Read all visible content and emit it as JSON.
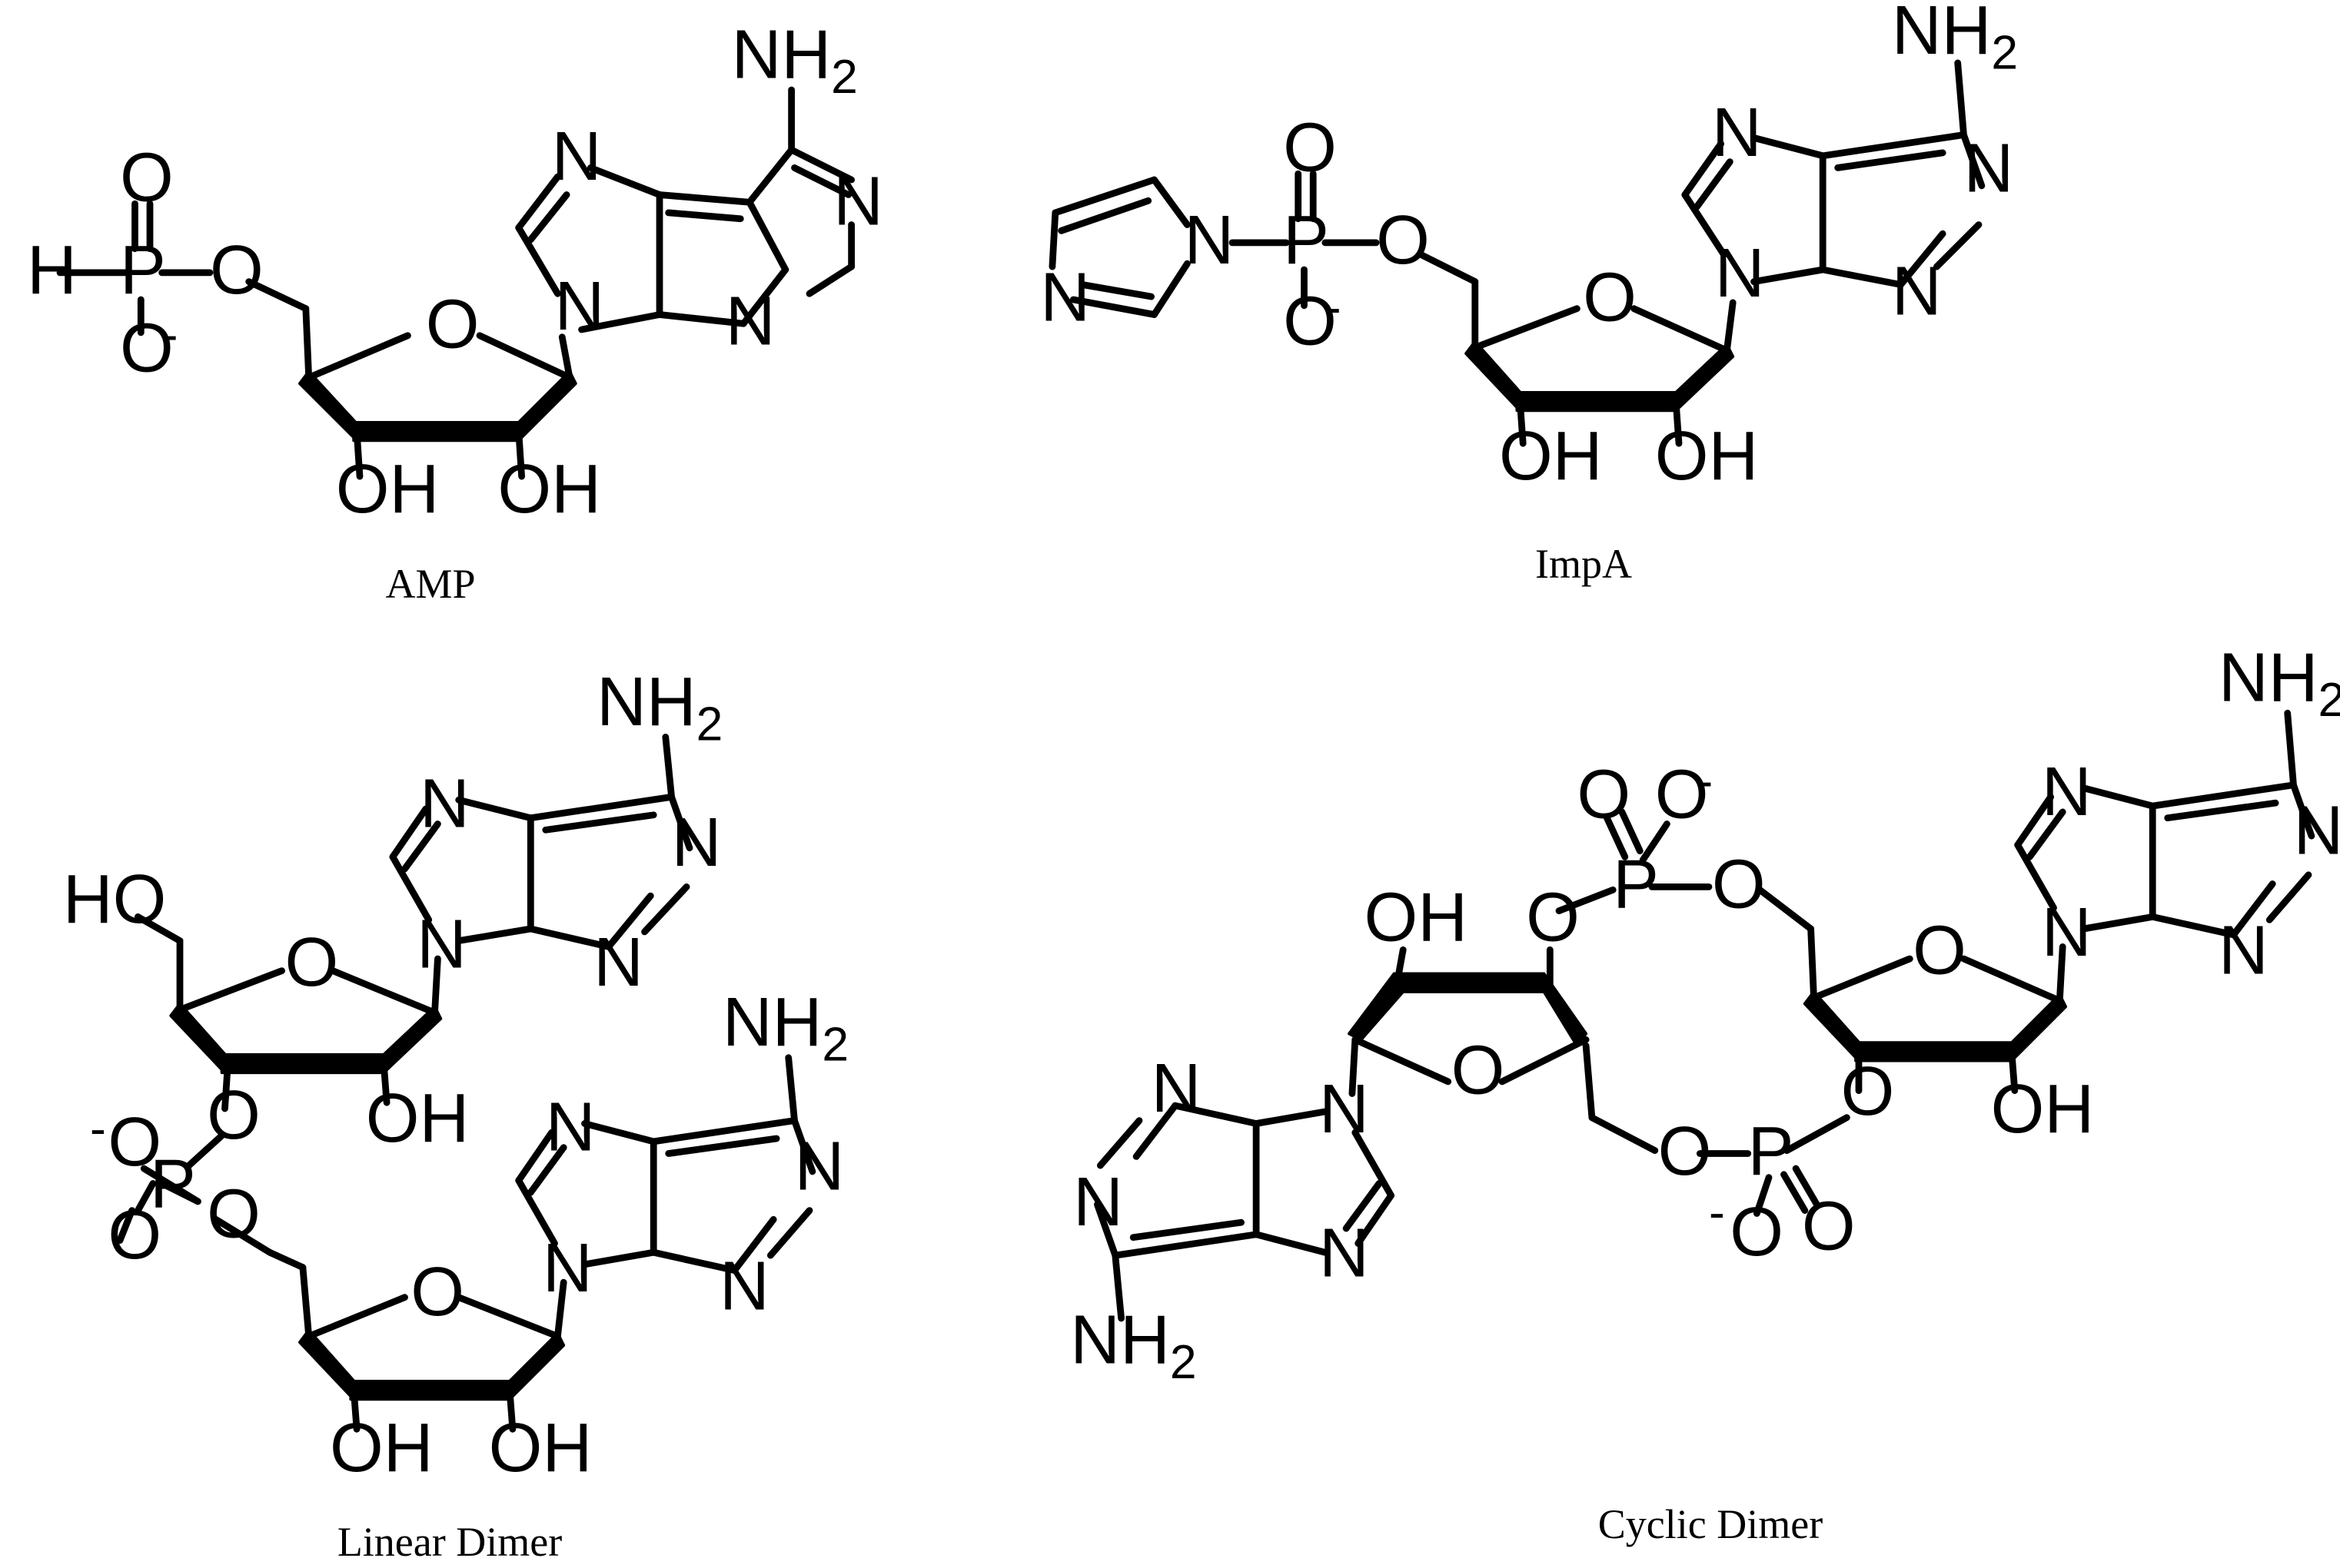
{
  "captions": {
    "amp": "AMP",
    "impa": "ImpA",
    "linear": "Linear Dimer",
    "cyclic": "Cyclic Dimer"
  },
  "atoms": {
    "N": "N",
    "O": "O",
    "P": "P",
    "H": "H",
    "OH": "OH",
    "HO": "HO",
    "NH": "NH",
    "sub2": "2",
    "minus": "-"
  },
  "molecules": [
    {
      "id": "amp",
      "name": "AMP",
      "phosphate_substituent": "H"
    },
    {
      "id": "impa",
      "name": "ImpA",
      "phosphate_substituent": "imidazole"
    },
    {
      "id": "linear",
      "name": "Linear Dimer",
      "linkage": "3'-5' phosphodiester"
    },
    {
      "id": "cyclic",
      "name": "Cyclic Dimer",
      "linkage": "two 3'-5' phosphodiesters"
    }
  ]
}
